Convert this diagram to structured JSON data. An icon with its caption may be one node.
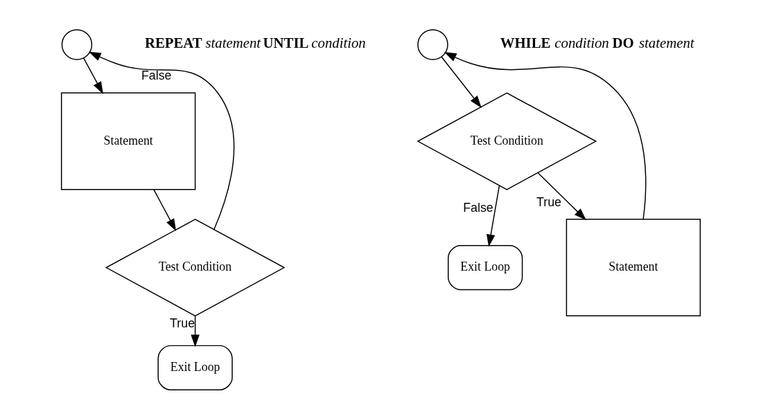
{
  "diagram": {
    "nodes": [
      {
        "text": [],
        "shape": "circle"
      },
      {
        "text": [
          "Statement"
        ]
      },
      {
        "text": [
          "Test Condition"
        ]
      },
      {
        "text": [
          "Exit Loop"
        ]
      },
      {
        "text": [],
        "shape": "circle"
      },
      {
        "text": [
          "Test Condition"
        ]
      },
      {
        "text": [
          "Exit Loop"
        ]
      },
      {
        "text": [
          "Statement"
        ]
      }
    ],
    "edges": [
      {
        "from": 0,
        "to": 1,
        "arrow": "to"
      },
      {
        "from": 1,
        "to": 2,
        "arrow": "to"
      },
      {
        "from": 2,
        "to": 0,
        "arrow": "to",
        "label": "False"
      },
      {
        "from": 2,
        "to": 3,
        "arrow": "to",
        "label": "True"
      },
      {
        "from": 4,
        "to": 5,
        "arrow": "to"
      },
      {
        "from": 5,
        "to": 6,
        "arrow": "to",
        "label": "False"
      },
      {
        "from": 5,
        "to": 7,
        "arrow": "to",
        "label": "True"
      },
      {
        "from": 7,
        "to": 4,
        "arrow": "to"
      }
    ],
    "labels": [
      "**REPEAT** *statement* **UNTIL** *condition*",
      "**WHILE** *condition* **DO** *statement*"
    ]
  }
}
